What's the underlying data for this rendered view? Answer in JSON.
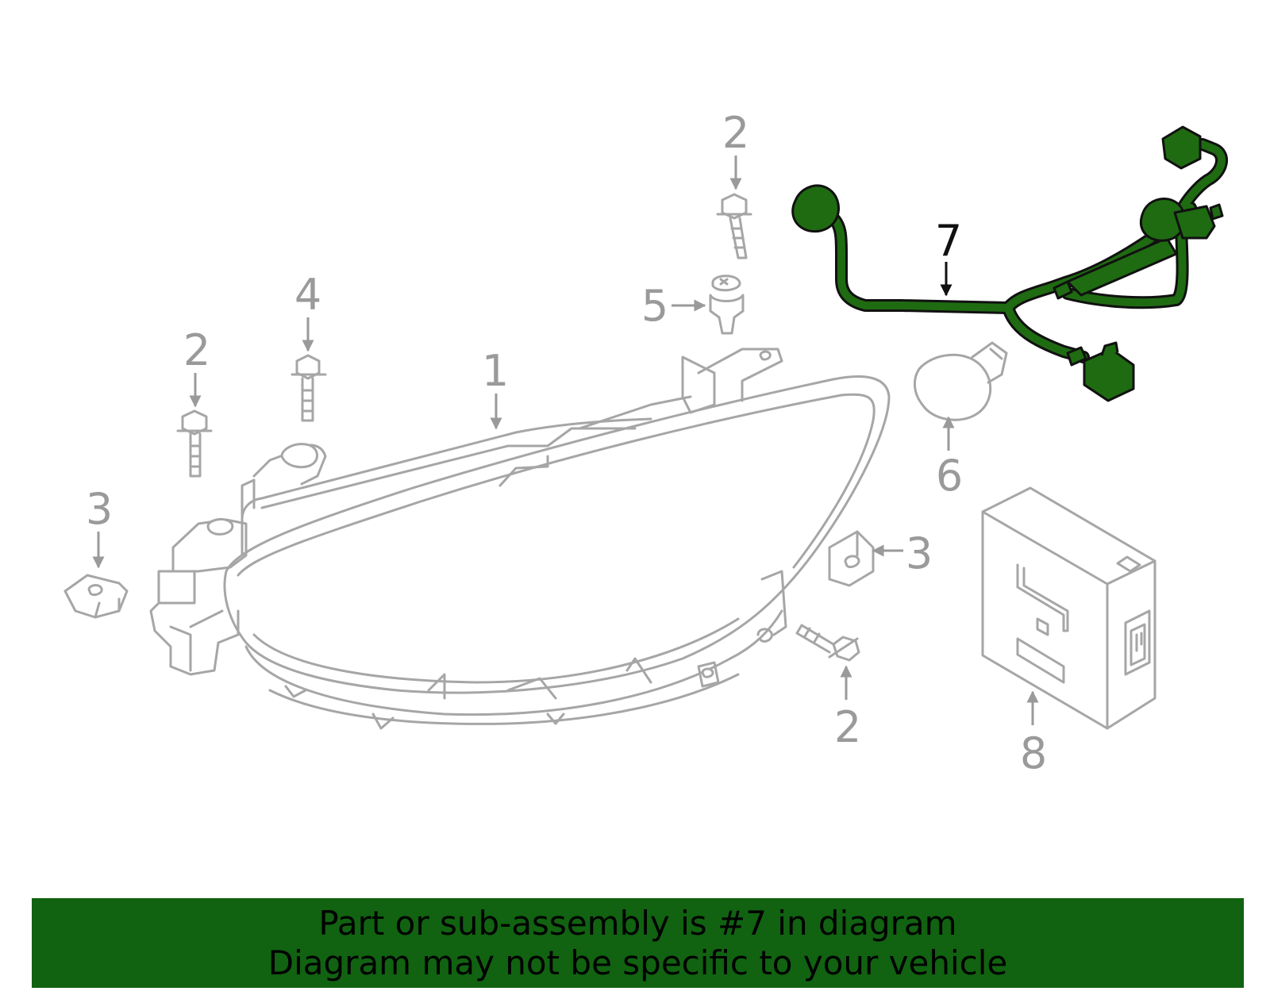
{
  "callouts": {
    "c1": "1",
    "c2a": "2",
    "c2b": "2",
    "c2c": "2",
    "c3a": "3",
    "c3b": "3",
    "c4": "4",
    "c5": "5",
    "c6": "6",
    "c7": "7",
    "c8": "8"
  },
  "highlight_part": "7",
  "colors": {
    "part_line": "#a6a6a6",
    "highlight_fill": "#1f6b12",
    "banner_background": "#116211",
    "banner_text": "#000000"
  },
  "banner": {
    "line1": "Part or sub-assembly is #7 in diagram",
    "line2": "Diagram may not be specific to your vehicle"
  }
}
